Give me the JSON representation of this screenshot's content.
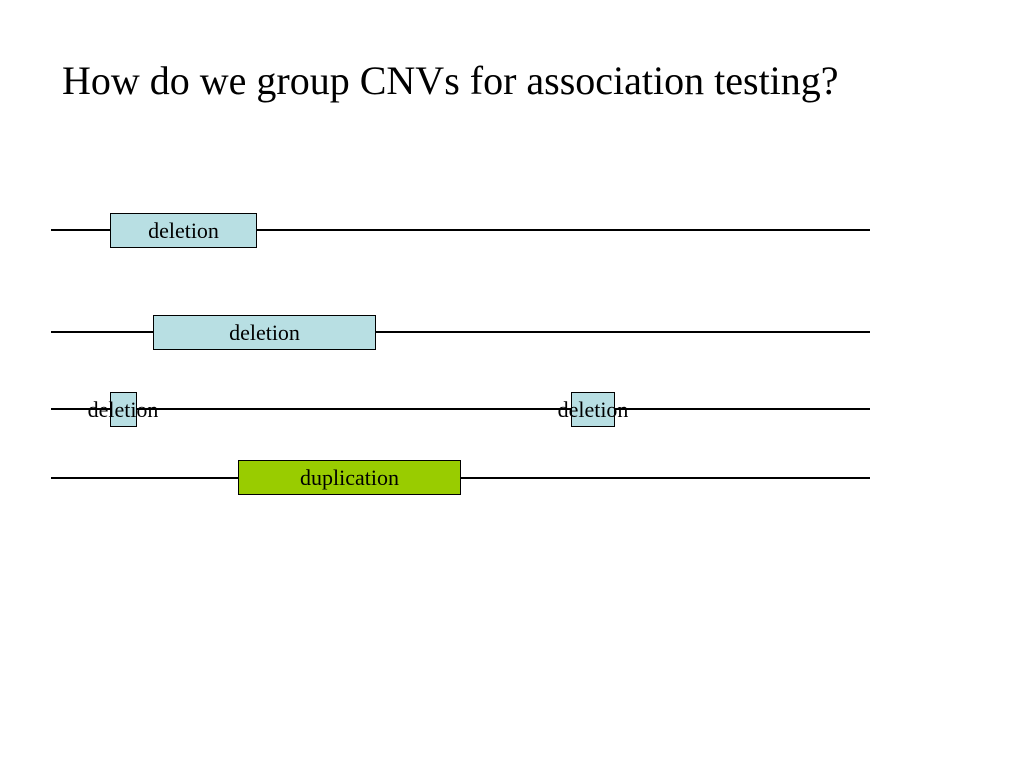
{
  "slide": {
    "title": "How do we group CNVs for association testing?"
  },
  "colors": {
    "deletion_fill": "#b8dfe3",
    "duplication_fill": "#99cc00",
    "line": "#000000"
  },
  "segments": {
    "row1_deletion": "deletion",
    "row2_deletion": "deletion",
    "row3_deletion_left": "deletion",
    "row3_deletion_right": "deletion",
    "row4_duplication": "duplication"
  }
}
